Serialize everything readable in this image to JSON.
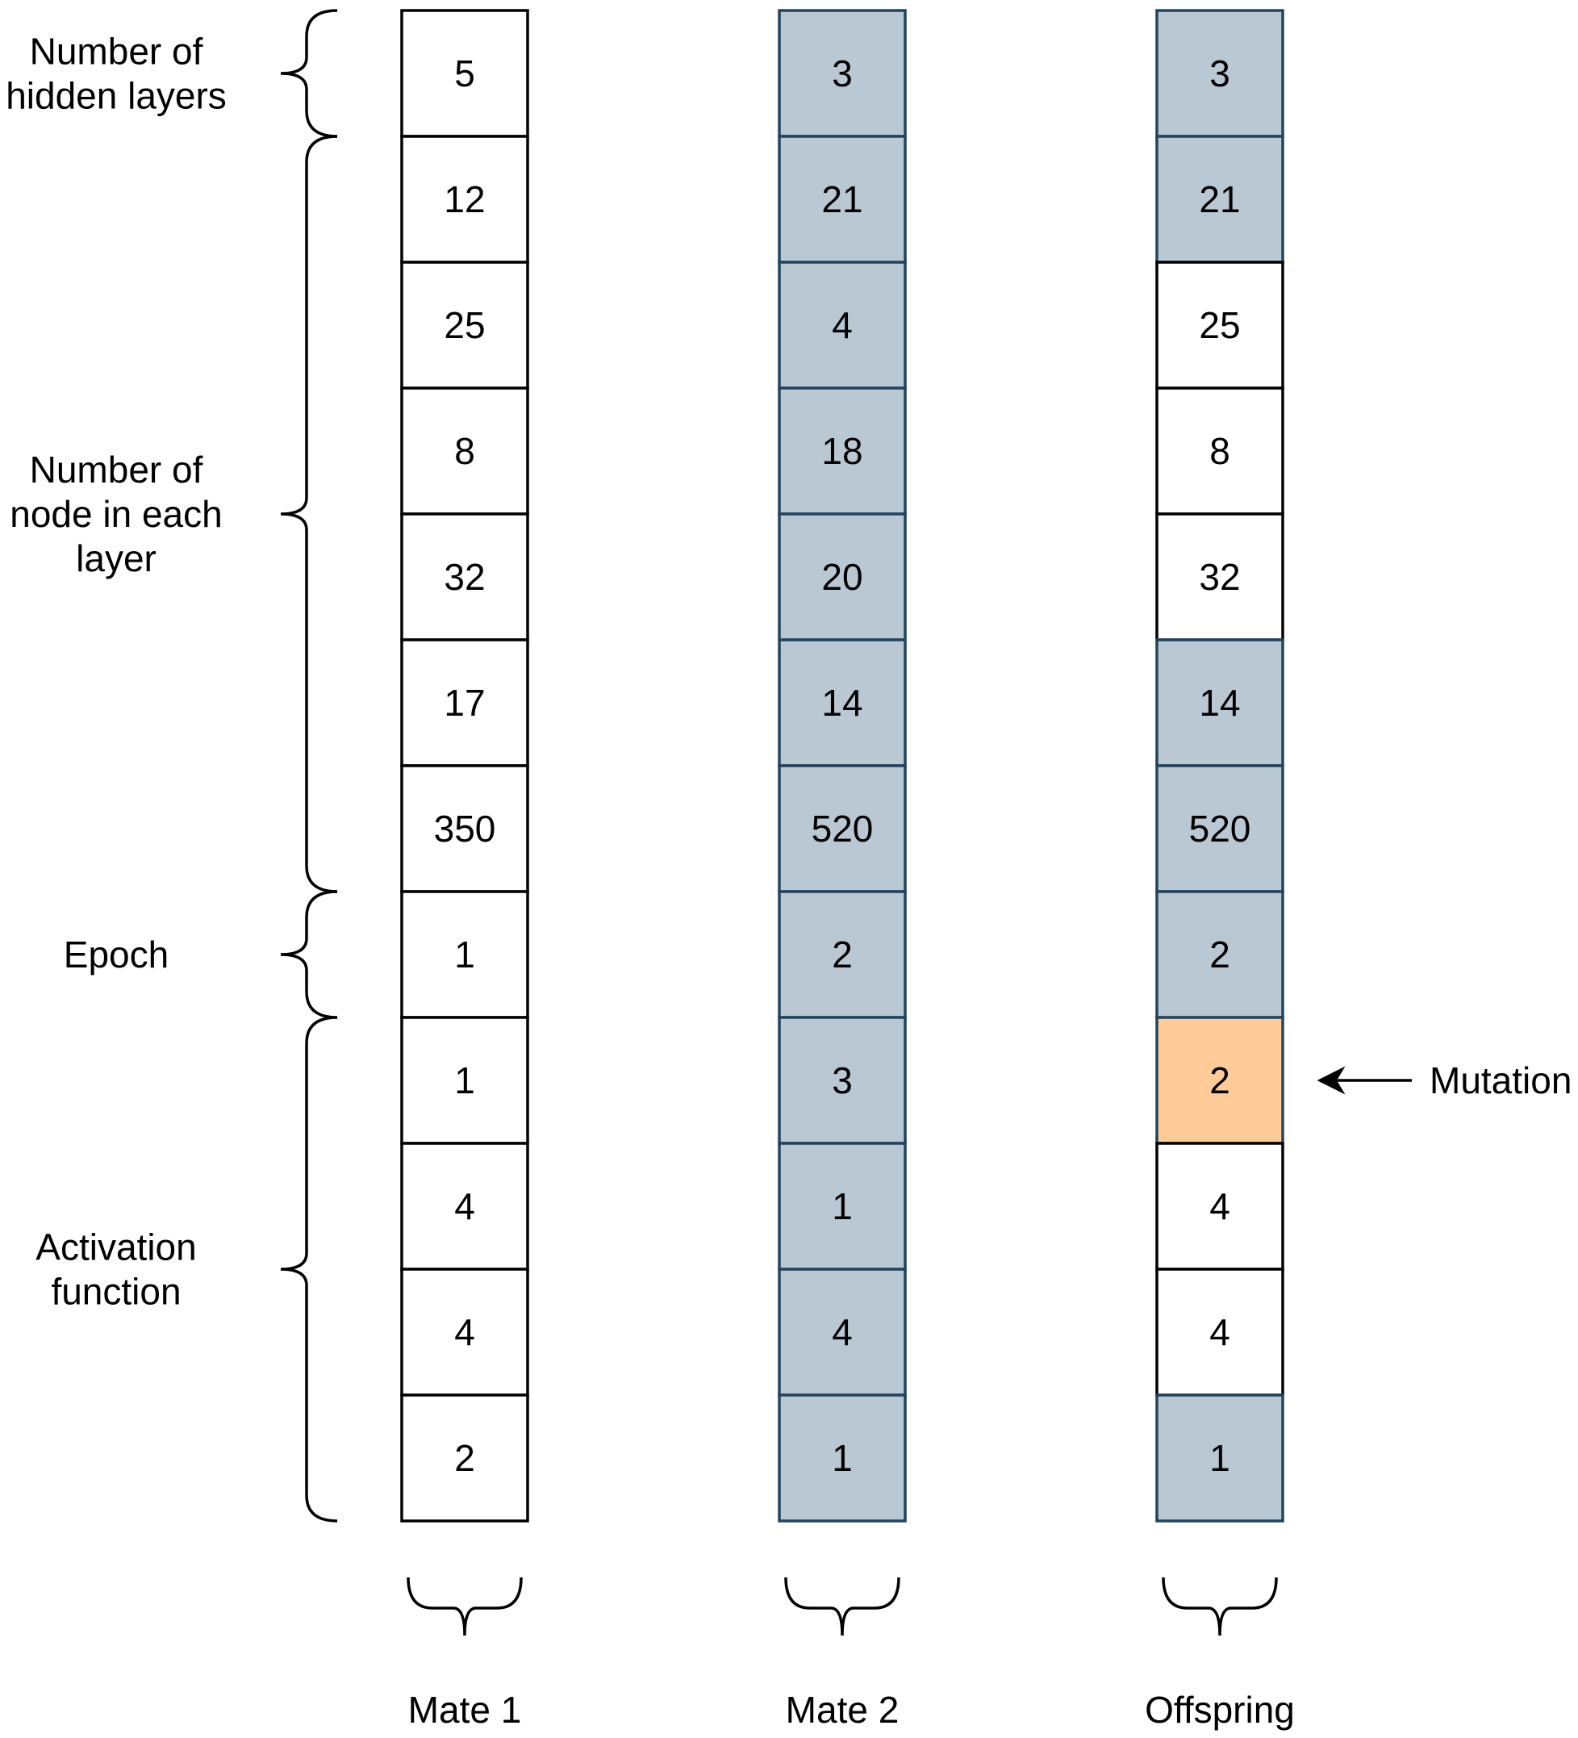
{
  "colors": {
    "cell_default": "#ffffff",
    "cell_from_mate2": "#bac8d3",
    "cell_mutation": "#ffcc99",
    "stroke_default": "#000000",
    "stroke_mate2": "#23445d"
  },
  "gene_groups": [
    {
      "label_lines": [
        "Number of",
        "hidden layers"
      ],
      "start": 0,
      "end": 1
    },
    {
      "label_lines": [
        "Number of",
        "node in each",
        "layer"
      ],
      "start": 1,
      "end": 7
    },
    {
      "label_lines": [
        "Epoch"
      ],
      "start": 7,
      "end": 8
    },
    {
      "label_lines": [
        "Activation",
        "function"
      ],
      "start": 8,
      "end": 12
    }
  ],
  "chromosomes": [
    {
      "name": "Mate 1",
      "genes": [
        {
          "value": "5",
          "source": "mate1"
        },
        {
          "value": "12",
          "source": "mate1"
        },
        {
          "value": "25",
          "source": "mate1"
        },
        {
          "value": "8",
          "source": "mate1"
        },
        {
          "value": "32",
          "source": "mate1"
        },
        {
          "value": "17",
          "source": "mate1"
        },
        {
          "value": "350",
          "source": "mate1"
        },
        {
          "value": "1",
          "source": "mate1"
        },
        {
          "value": "1",
          "source": "mate1"
        },
        {
          "value": "4",
          "source": "mate1"
        },
        {
          "value": "4",
          "source": "mate1"
        },
        {
          "value": "2",
          "source": "mate1"
        }
      ]
    },
    {
      "name": "Mate 2",
      "genes": [
        {
          "value": "3",
          "source": "mate2"
        },
        {
          "value": "21",
          "source": "mate2"
        },
        {
          "value": "4",
          "source": "mate2"
        },
        {
          "value": "18",
          "source": "mate2"
        },
        {
          "value": "20",
          "source": "mate2"
        },
        {
          "value": "14",
          "source": "mate2"
        },
        {
          "value": "520",
          "source": "mate2"
        },
        {
          "value": "2",
          "source": "mate2"
        },
        {
          "value": "3",
          "source": "mate2"
        },
        {
          "value": "1",
          "source": "mate2"
        },
        {
          "value": "4",
          "source": "mate2"
        },
        {
          "value": "1",
          "source": "mate2"
        }
      ]
    },
    {
      "name": "Offspring",
      "genes": [
        {
          "value": "3",
          "source": "mate2"
        },
        {
          "value": "21",
          "source": "mate2"
        },
        {
          "value": "25",
          "source": "mate1"
        },
        {
          "value": "8",
          "source": "mate1"
        },
        {
          "value": "32",
          "source": "mate1"
        },
        {
          "value": "14",
          "source": "mate2"
        },
        {
          "value": "520",
          "source": "mate2"
        },
        {
          "value": "2",
          "source": "mate2"
        },
        {
          "value": "2",
          "source": "mutation"
        },
        {
          "value": "4",
          "source": "mate1"
        },
        {
          "value": "4",
          "source": "mate1"
        },
        {
          "value": "1",
          "source": "mate2"
        }
      ]
    }
  ],
  "mutation_annotation": {
    "label": "Mutation",
    "chromosome_index": 2,
    "gene_index": 8
  }
}
